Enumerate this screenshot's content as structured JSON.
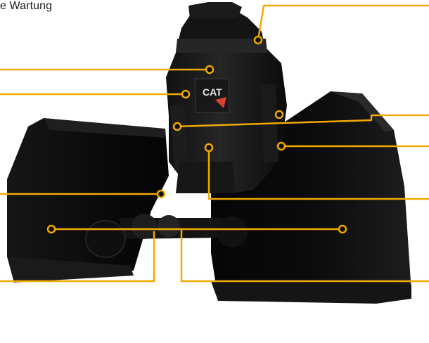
{
  "caption": {
    "text": "e Wartung"
  },
  "image": {
    "subject": "cat-clamshell-bucket",
    "badge_label": "CAT"
  },
  "colors": {
    "callout": "#f2a900",
    "body": "#0c0c0c",
    "body_highlight": "#2a2a2a",
    "badge_text": "#e9e9e9",
    "badge_accent": "#d8412a"
  },
  "callouts": [
    {
      "id": "top-right-rotator"
    },
    {
      "id": "upper-left-housing"
    },
    {
      "id": "cat-badge-mount"
    },
    {
      "id": "right-pivot"
    },
    {
      "id": "right-link"
    },
    {
      "id": "center-cylinder"
    },
    {
      "id": "left-bucket-hinge"
    },
    {
      "id": "shell-bearings"
    },
    {
      "id": "left-shaft"
    },
    {
      "id": "right-shaft"
    }
  ]
}
